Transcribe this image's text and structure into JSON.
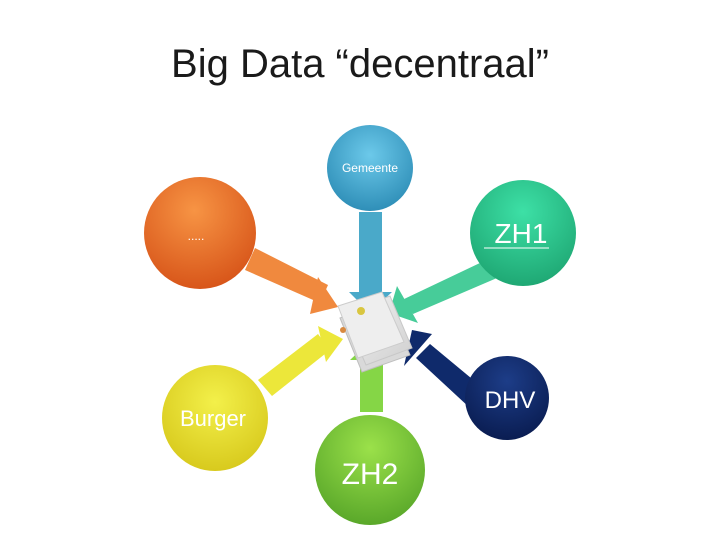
{
  "slide": {
    "title": "Big Data “decentraal”"
  },
  "nodes": [
    {
      "id": "gemeente",
      "label": "Gemeente",
      "color": "#3aa2c8"
    },
    {
      "id": "zh1",
      "label": "ZH1",
      "color": "#2fc98f"
    },
    {
      "id": "dots",
      "label": ".....",
      "color": "#f07a2a"
    },
    {
      "id": "dhv",
      "label": "DHV",
      "color": "#0f2a6b"
    },
    {
      "id": "burger",
      "label": "Burger",
      "color": "#e8e02a"
    },
    {
      "id": "zh2",
      "label": "ZH2",
      "color": "#7cc83a"
    }
  ],
  "center": {
    "icon": "data-document-stack-icon"
  }
}
